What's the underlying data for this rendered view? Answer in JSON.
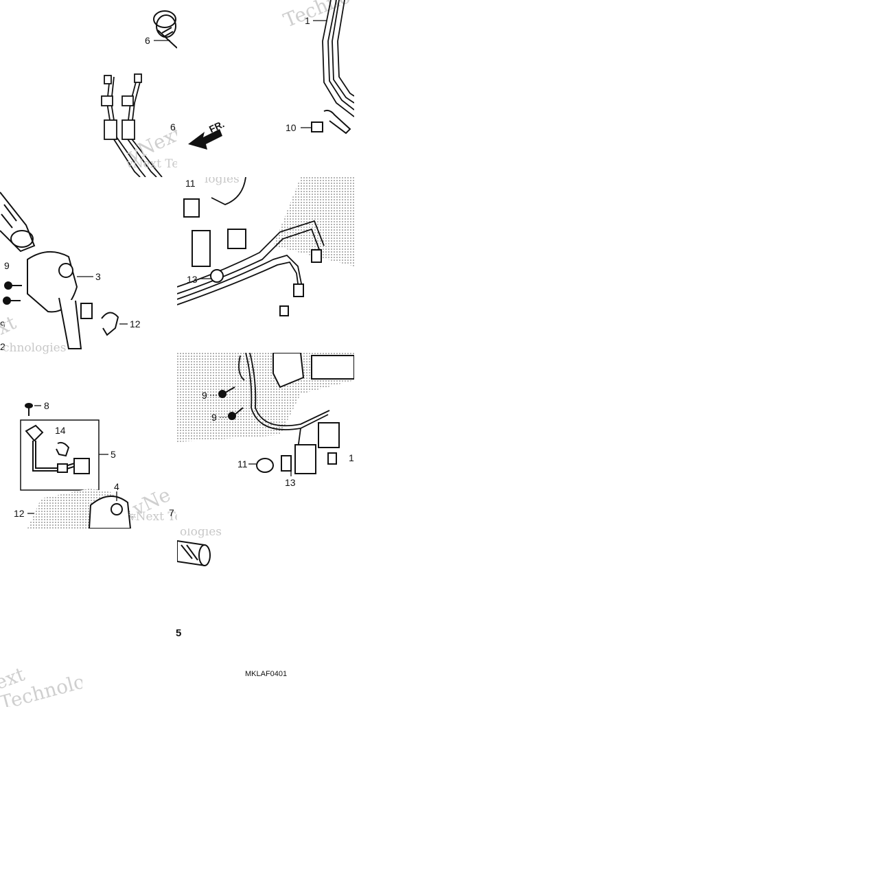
{
  "diagram_code": "MKLAF0401",
  "direction_label": "FR.",
  "fragment_text": "5",
  "watermark_lines": [
    "vNext",
    "Technologies"
  ],
  "callouts": {
    "c1": "1",
    "c3": "3",
    "c4": "4",
    "c5": "5",
    "c6": "6",
    "c7": "7",
    "c8": "8",
    "c9a": "9",
    "c9b": "9",
    "c9c": "9",
    "c9d": "9",
    "c10": "10",
    "c11a": "11",
    "c11b": "11",
    "c12a": "12",
    "c12b": "12",
    "c12c": "2",
    "c13a": "13",
    "c13b": "13",
    "c14": "14",
    "c1b": "1"
  }
}
